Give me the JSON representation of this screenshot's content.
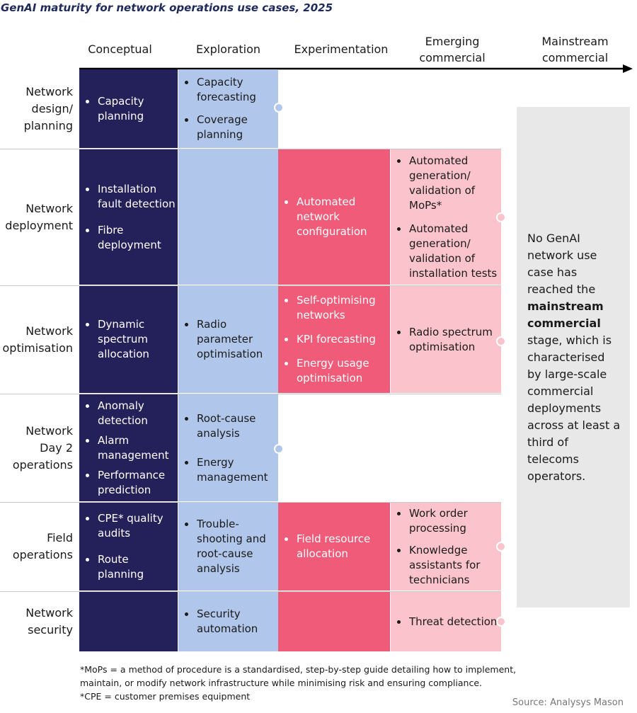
{
  "title": "GenAI maturity for network operations use cases, 2025",
  "stages": [
    "Conceptual",
    "Exploration",
    "Experimentation",
    "Emerging commercial",
    "Mainstream commercial"
  ],
  "rows": [
    {
      "label": "Network design/ planning",
      "conceptual": [
        "Capacity planning"
      ],
      "exploration": [
        "Capacity forecasting",
        "Coverage planning"
      ],
      "experimentation": [],
      "emerging": []
    },
    {
      "label": "Network deployment",
      "conceptual": [
        "Installation fault detection",
        "Fibre deployment"
      ],
      "exploration": [],
      "experimentation": [
        "Automated network configuration"
      ],
      "emerging": [
        "Automated generation/ validation of MoPs*",
        "Automated generation/ validation of installation tests"
      ]
    },
    {
      "label": "Network optimisation",
      "conceptual": [
        "Dynamic spectrum allocation"
      ],
      "exploration": [
        "Radio parameter optimisation"
      ],
      "experimentation": [
        "Self-optimising networks",
        "KPI forecasting",
        "Energy usage optimisation"
      ],
      "emerging": [
        "Radio spectrum optimisation"
      ]
    },
    {
      "label": "Network Day 2 operations",
      "conceptual": [
        "Anomaly detection",
        "Alarm management",
        "Performance prediction"
      ],
      "exploration": [
        "Root-cause analysis",
        "Energy management"
      ],
      "experimentation": [],
      "emerging": []
    },
    {
      "label": "Field operations",
      "conceptual": [
        "CPE* quality audits",
        "Route planning"
      ],
      "exploration": [
        "Trouble-shooting and root-cause analysis"
      ],
      "experimentation": [
        "Field resource allocation"
      ],
      "emerging": [
        "Work order processing",
        "Knowledge assistants for technicians"
      ]
    },
    {
      "label": "Network security",
      "conceptual": [],
      "exploration": [
        "Security automation"
      ],
      "experimentation": [],
      "emerging": [
        "Threat detection"
      ]
    }
  ],
  "note": {
    "pre": "No GenAI network use case has reached the ",
    "bold": "mainstream commercial",
    "post": " stage, which is characterised by large-scale commercial deployments across at least a third of telecoms operators."
  },
  "footnotes": [
    "*MoPs = a method of procedure is a standardised, step-by-step guide detailing how to implement, maintain, or modify network infrastructure while minimising risk and ensuring compliance.",
    "*CPE = customer premises equipment"
  ],
  "source": "Source: Analysys Mason",
  "colors": {
    "conceptual": "#24205a",
    "exploration": "#b0c6ea",
    "experimentation": "#ef5b78",
    "emerging": "#fbc4cc",
    "note_box": "#e8e8e8"
  }
}
